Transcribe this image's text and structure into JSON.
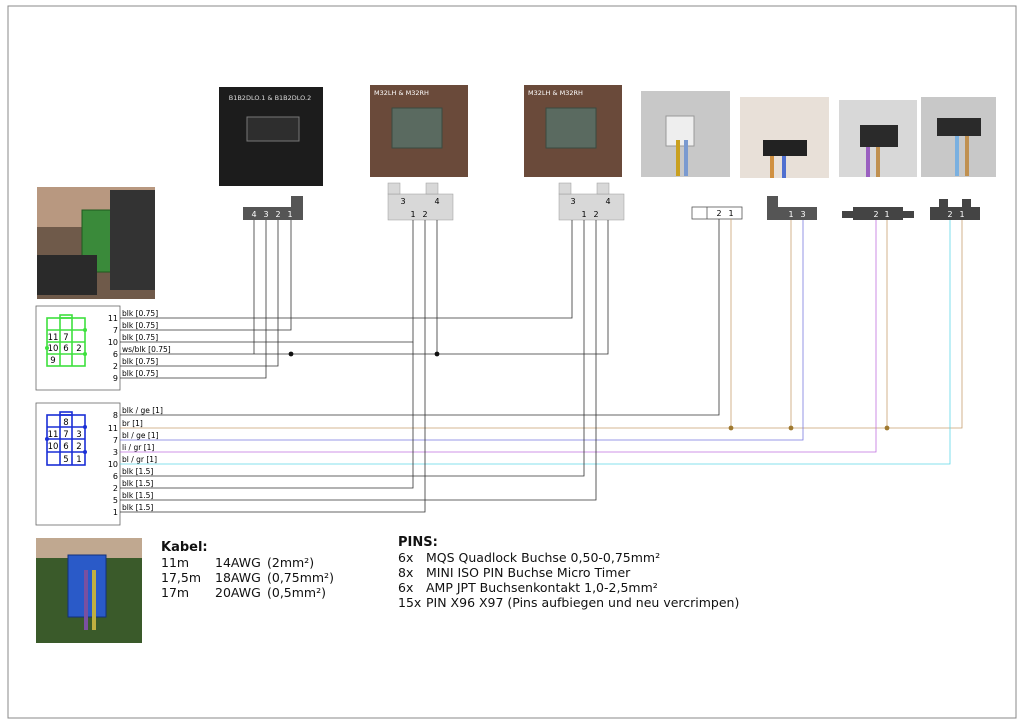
{
  "photos": {
    "conn_a": "B1B2DLO.1 & B1B2DLO.2",
    "conn_b": "M32LH & M32RH",
    "conn_c": "M32LH & M32RH"
  },
  "connector_a_pins": [
    "4",
    "3",
    "2",
    "1"
  ],
  "connector_b_pins": {
    "top": [
      "3",
      "4"
    ],
    "bottom": [
      "1",
      "2"
    ]
  },
  "connector_c_pins": {
    "top": [
      "3",
      "4"
    ],
    "bottom": [
      "1",
      "2"
    ]
  },
  "connector_d_pins": [
    "2",
    "1"
  ],
  "connector_e_pins": [
    "1",
    "3"
  ],
  "connector_f_pins": [
    "2",
    "1"
  ],
  "connector_g_pins": [
    "2",
    "1"
  ],
  "green_grid": {
    "cells": [
      "11",
      "7",
      "10",
      "6",
      "2",
      "9"
    ]
  },
  "blue_grid": {
    "cells": [
      "8",
      "11",
      "7",
      "3",
      "10",
      "6",
      "2",
      "5",
      "1"
    ]
  },
  "green_wires": [
    {
      "pin": "11",
      "label": "blk [0.75]"
    },
    {
      "pin": "7",
      "label": "blk [0.75]"
    },
    {
      "pin": "10",
      "label": "blk [0.75]"
    },
    {
      "pin": "6",
      "label": "ws/blk [0.75]"
    },
    {
      "pin": "2",
      "label": "blk [0.75]"
    },
    {
      "pin": "9",
      "label": "blk [0.75]"
    }
  ],
  "blue_wires": [
    {
      "pin": "8",
      "label": "blk / ge [1]"
    },
    {
      "pin": "11",
      "label": "br [1]"
    },
    {
      "pin": "7",
      "label": "bl / ge [1]"
    },
    {
      "pin": "3",
      "label": "li / gr [1]"
    },
    {
      "pin": "10",
      "label": "bl / gr [1]"
    },
    {
      "pin": "6",
      "label": "blk [1.5]"
    },
    {
      "pin": "2",
      "label": "blk [1.5]"
    },
    {
      "pin": "5",
      "label": "blk [1.5]"
    },
    {
      "pin": "1",
      "label": "blk [1.5]"
    }
  ],
  "colors": {
    "green": "#3ee03e",
    "blue": "#1a2fd6",
    "brown": "#c8a070",
    "purple": "#7a7ae0",
    "lilac": "#c070e0",
    "cyan": "#60d8e8",
    "wire": "#333333"
  },
  "kabel": {
    "title": "Kabel:",
    "rows": [
      {
        "len": "11m",
        "awg": "14AWG",
        "mm": "(2mm²)"
      },
      {
        "len": "17,5m",
        "awg": "18AWG",
        "mm": "(0,75mm²)"
      },
      {
        "len": "17m",
        "awg": "20AWG",
        "mm": "(0,5mm²)"
      }
    ]
  },
  "pins": {
    "title": "PINS:",
    "rows": [
      {
        "qty": "6x",
        "desc": "MQS Quadlock Buchse 0,50-0,75mm²"
      },
      {
        "qty": "8x",
        "desc": "MINI ISO PIN Buchse Micro Timer"
      },
      {
        "qty": "6x",
        "desc": "AMP JPT Buchsenkontakt 1,0-2,5mm²"
      },
      {
        "qty": "15x",
        "desc": "PIN X96 X97 (Pins aufbiegen und neu vercrimpen)"
      }
    ]
  }
}
